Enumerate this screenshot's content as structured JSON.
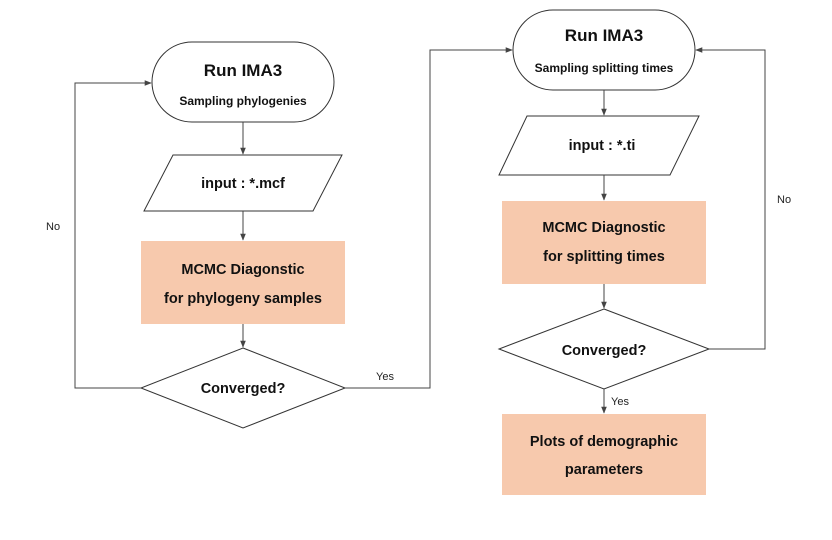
{
  "left": {
    "start_title": "Run IMA3",
    "start_subtitle": "Sampling phylogenies",
    "input": "input : *.mcf",
    "diag_line1": "MCMC Diagonstic",
    "diag_line2": "for phylogeny samples",
    "decision": "Converged?",
    "no_label": "No"
  },
  "right": {
    "start_title": "Run IMA3",
    "start_subtitle": "Sampling splitting times",
    "input": "input : *.ti",
    "diag_line1": "MCMC Diagnostic",
    "diag_line2": "for splitting times",
    "decision": "Converged?",
    "no_label": "No",
    "yes_label": "Yes",
    "plots_line1": "Plots of demographic",
    "plots_line2": "parameters"
  },
  "link": {
    "yes_label": "Yes"
  },
  "colors": {
    "process_fill": "#f7c9ad",
    "stroke": "#333333"
  }
}
